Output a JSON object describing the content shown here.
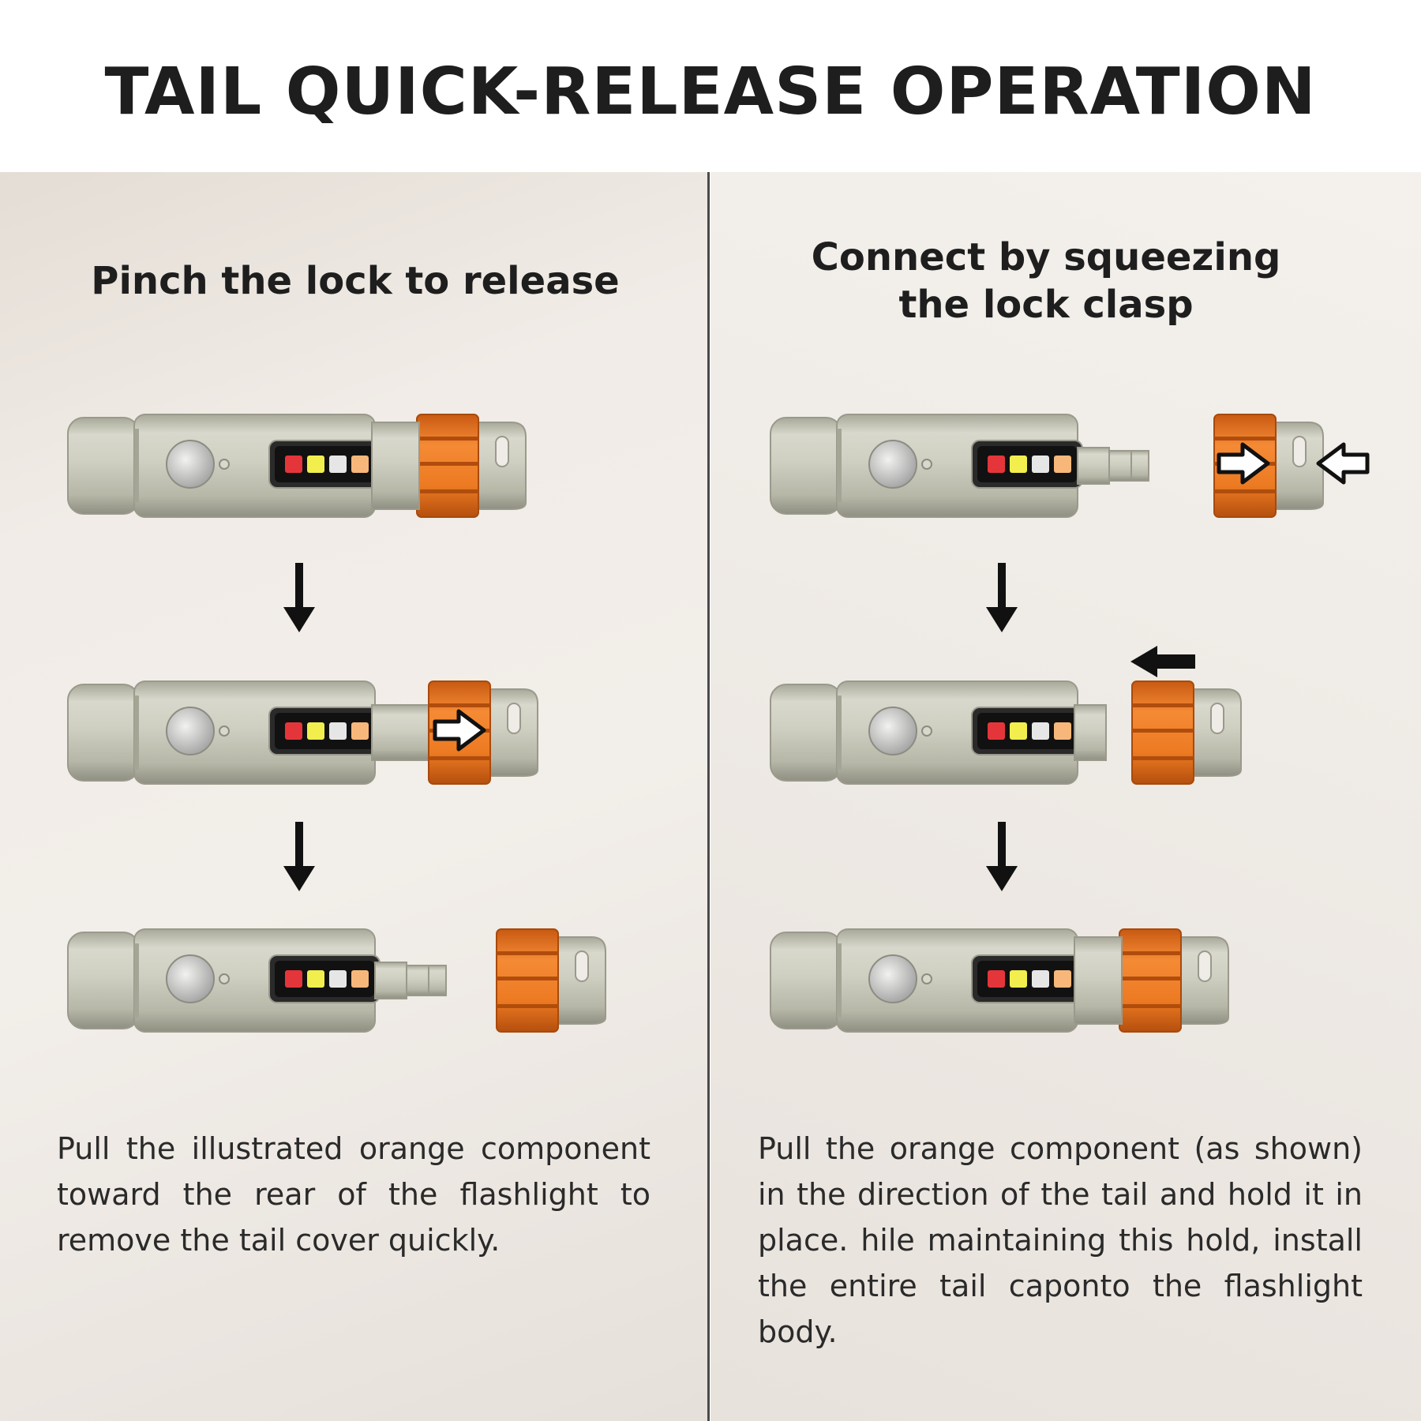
{
  "title": "TAIL QUICK-RELEASE OPERATION",
  "left": {
    "heading": "Pinch the lock to release",
    "description": "Pull the illustrated orange component toward the rear of the flashlight to remove the tail cover quickly."
  },
  "right": {
    "heading": "Connect by squeezing\nthe lock clasp",
    "description": "Pull the orange component (as shown) in the direction of the tail and hold it in place. hile maintaining this hold, install the entire tail caponto the flashlight body."
  },
  "colors": {
    "body_metal": "#c9c9bb",
    "tail_orange": "#ec7a22",
    "led_red": "#e4363a",
    "led_yellow": "#f1ee4e",
    "led_white": "#e6e6e6",
    "led_amber": "#f7b77a",
    "text_dark": "#1e1e1e",
    "divider": "#4a4a4a"
  },
  "icons": [
    "down-arrow-icon",
    "right-outline-arrow-icon",
    "left-outline-arrow-icon",
    "left-solid-arrow-icon"
  ]
}
